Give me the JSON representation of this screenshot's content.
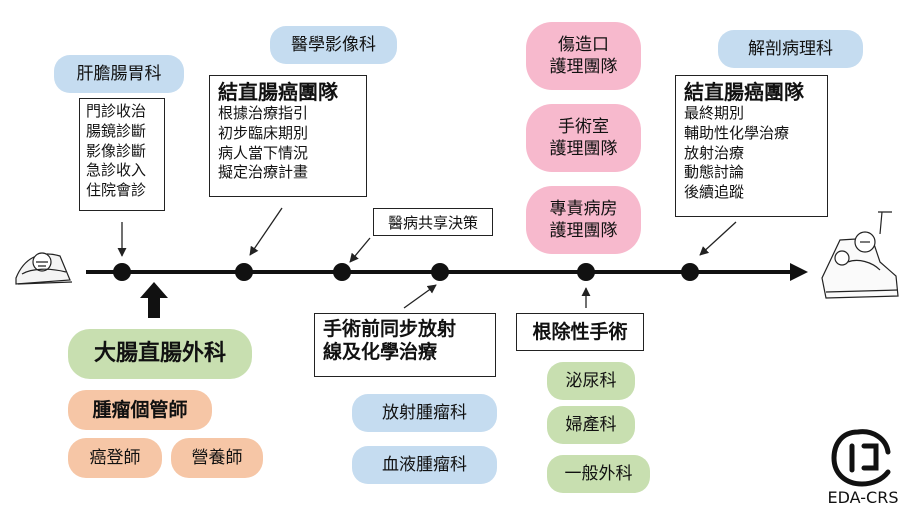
{
  "top_labels": {
    "hepato_gi": "肝膽腸胃科",
    "imaging": "醫學影像科",
    "pathology": "解剖病理科"
  },
  "nursing": {
    "stoma": [
      "傷造口",
      "護理團隊"
    ],
    "or": [
      "手術室",
      "護理團隊"
    ],
    "ward": [
      "專責病房",
      "護理團隊"
    ]
  },
  "gi_box_items": [
    "門診收治",
    "腸鏡診斷",
    "影像診斷",
    "急診收入",
    "住院會診"
  ],
  "team_box_1": {
    "title": "結直腸癌團隊",
    "items": [
      "根據治療指引",
      "初步臨床期別",
      "病人當下情況",
      "擬定治療計畫"
    ]
  },
  "team_box_2": {
    "title": "結直腸癌團隊",
    "items": [
      "最終期別",
      "輔助性化學治療",
      "放射治療",
      "動態討論",
      "後續追蹤"
    ]
  },
  "shared_decision": "醫病共享決策",
  "neoadjuvant": [
    "手術前同步放射",
    "線及化學治療"
  ],
  "radical_surgery": "根除性手術",
  "bottom_left": {
    "surgery_dept": "大腸直腸外科",
    "case_manager": "腫瘤個管師",
    "registrar": "癌登師",
    "dietitian": "營養師"
  },
  "oncology": {
    "radiation": "放射腫瘤科",
    "hematology": "血液腫瘤科"
  },
  "surgical_depts": {
    "urology": "泌尿科",
    "obgyn": "婦產科",
    "general": "一般外科"
  },
  "logo_text": "EDA-CRS",
  "timeline_stage_count": 6
}
